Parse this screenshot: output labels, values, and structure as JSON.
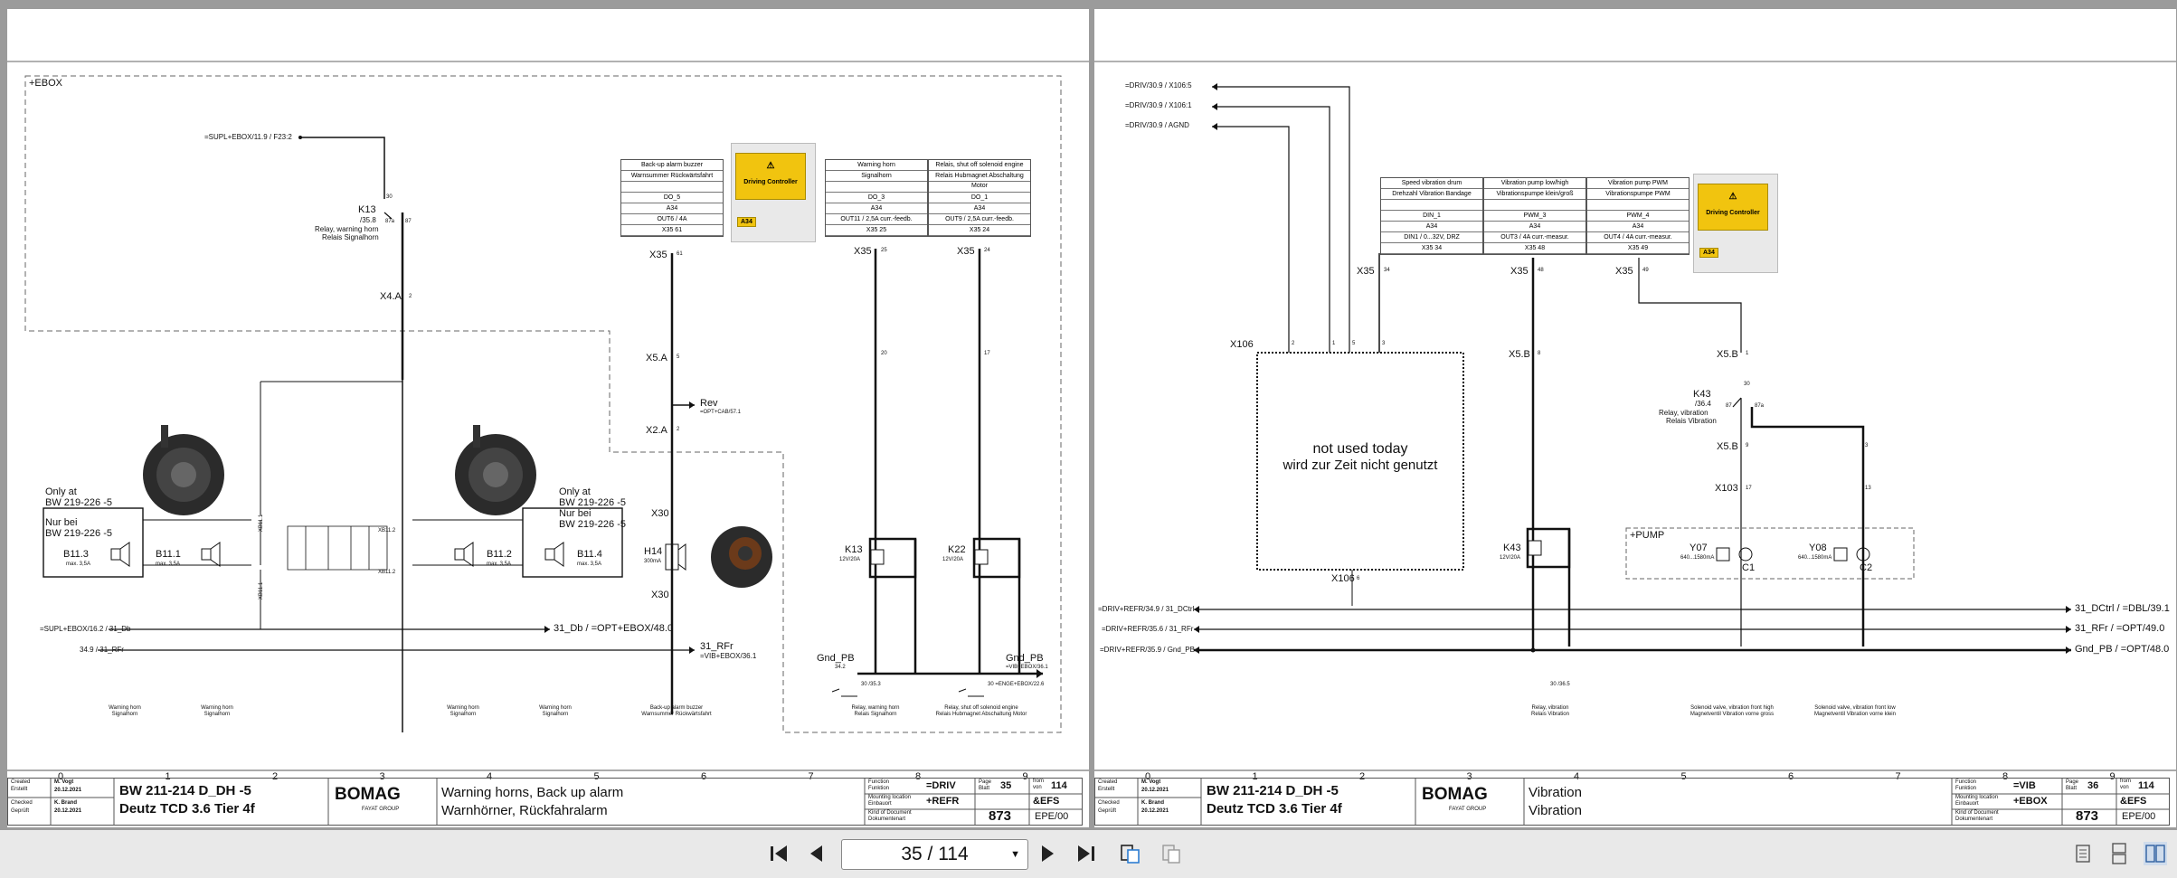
{
  "left_page": {
    "frame_label": "+EBOX",
    "labels": {
      "f23_ref": "=SUPL+EBOX/11.9 / F23:2",
      "k13": "K13",
      "k13_ref": "/35.8",
      "k13_desc1": "Relay, warning horn",
      "k13_desc2": "Relais Signalhorn",
      "pin_30": "30",
      "pin_87a": "87a",
      "pin_87": "87",
      "x4a": "X4.A",
      "x4a_pin": "2",
      "only_at_l1": "Only at",
      "only_at_l2": "BW 219-226 -5",
      "only_at_l3": "Nur bei",
      "only_at_l4": "BW 219-226 -5",
      "only_at_r1": "Only at",
      "only_at_r2": "BW 219-226 -5",
      "only_at_r3": "Nur bei",
      "only_at_r4": "BW 219-226 -5",
      "b113": "B11.3",
      "b113_max": "max. 3,5A",
      "b111": "B11.1",
      "b111_max": "max. 3,5A",
      "b112": "B11.2",
      "b112_max": "max. 3,5A",
      "b114": "B11.4",
      "b114_max": "max. 3,5A",
      "xb111_top": "XB11.1",
      "xb111_bot": "XB11.1",
      "xb112_top": "XB11.2",
      "xb112_bot": "XB11.2",
      "db_left": "=SUPL+EBOX/16.2 / 31_Db",
      "db_right": "31_Db / =OPT+EBOX/48.0",
      "rfr_left": "34.9 / 31_RFr",
      "rfr_right": "31_RFr",
      "rfr_right_ref": "=VIB+EBOX/36.1",
      "x35_a": "X35",
      "x35_a_pin": "61",
      "x5a": "X5.A",
      "x5a_pin": "5",
      "rev": "Rev",
      "rev_ref": "=OPT+CAB/57.1",
      "x2a": "X2.A",
      "x2a_pin": "2",
      "x30_top": "X30",
      "x30_bot": "X30",
      "h14": "H14",
      "h14_val": "300mA",
      "x35_b": "X35",
      "x35_b_pin": "25",
      "x35_c": "X35",
      "x35_c_pin": "24",
      "pin_20": "20",
      "pin_17": "17",
      "k13b": "K13",
      "k13b_val": "12V/20A",
      "k22": "K22",
      "k22_val": "12V/20A",
      "gndpb_left": "Gnd_PB",
      "gndpb_left_ref": "34.2",
      "gndpb_right": "Gnd_PB",
      "gndpb_right_ref": "=VIB+EBOX/36.1",
      "k13_contacts": "30 /35.3",
      "k22_contacts": "30 =ENGE+EBOX/22.6"
    },
    "boxes": {
      "backup": [
        "Back-up alarm buzzer",
        "Warnsummer Rückwärtsfahrt",
        "",
        "DO_5",
        "A34",
        "OUT6 / 4A",
        "X35  61"
      ],
      "warnhorn": [
        "Warning horn",
        "Signalhorn",
        "",
        "DO_3",
        "A34",
        "OUT11 / 2,5A curr.-feedb.",
        "X35  25"
      ],
      "relay_shut": [
        "Relais, shut off solenoid engine",
        "Relais Hubmagnet Abschaltung Motor",
        "",
        "DO_1",
        "A34",
        "OUT9 / 2,5A curr.-feedb.",
        "X35  24"
      ]
    },
    "controller": {
      "title": "Driving Controller",
      "tag": "A34"
    },
    "captions": [
      {
        "l1": "Warning horn",
        "l2": "Signalhorn"
      },
      {
        "l1": "Warning horn",
        "l2": "Signalhorn"
      },
      {
        "l1": "Warning horn",
        "l2": "Signalhorn"
      },
      {
        "l1": "Warning horn",
        "l2": "Signalhorn"
      },
      {
        "l1": "Back-up alarm buzzer",
        "l2": "Warnsummer Rückwärtsfahrt"
      },
      {
        "l1": "Relay, warning horn",
        "l2": "Relais Signalhorn"
      },
      {
        "l1": "Relay, shut off solenoid engine",
        "l2": "Relais Hubmagnet Abschaltung Motor"
      }
    ],
    "column_numbers": [
      "0",
      "1",
      "2",
      "3",
      "4",
      "5",
      "6",
      "7",
      "8",
      "9"
    ],
    "title_block": {
      "created_label": "Created",
      "created_label_de": "Erstellt",
      "created_by": "M. Vogt",
      "created_date": "20.12.2021",
      "checked_label": "Checked",
      "checked_label_de": "Geprüft",
      "checked_by": "K. Brand",
      "checked_date": "20.12.2021",
      "model": "BW 211-214 D_DH -5",
      "engine": "Deutz TCD 3.6 Tier 4f",
      "brand": "BOMAG",
      "brand_sub": "FAYAT GROUP",
      "title_en": "Warning horns, Back up alarm",
      "title_de": "Warnhörner, Rückfahralarm",
      "function_label": "Function",
      "function_label_de": "Funktion",
      "function": "=DRIV",
      "mounting_label": "Mounting location",
      "mounting_label_de": "Einbauort",
      "mounting": "+REFR",
      "doc_kind_label": "Kind of Document",
      "doc_kind_label_de": "Dokumentenart",
      "doc_kind": "&EFS",
      "page_label": "Page",
      "page_label_de": "Blatt",
      "page": "35",
      "from_label": "from",
      "from_label_de": "von",
      "total": "114",
      "number": "873",
      "code": "EPE/00"
    }
  },
  "right_page": {
    "labels": {
      "x106_5": "=DRIV/30.9 / X106:5",
      "x106_1": "=DRIV/30.9 / X106:1",
      "agnd": "=DRIV/30.9 / AGND",
      "x106": "X106",
      "x106_pin2": "2",
      "x106_pin1": "1",
      "x106_pin5": "5",
      "x106_pin3": "3",
      "not_used_en": "not used today",
      "not_used_de": "wird zur Zeit nicht genutzt",
      "x106_bot": "X106",
      "x106_bot_pin": "6",
      "x35_a": "X35",
      "x35_a_pin": "34",
      "x35_b": "X35",
      "x35_b_pin": "48",
      "x35_c": "X35",
      "x35_c_pin": "49",
      "x5b_l": "X5.B",
      "x5b_l_pin": "8",
      "x5b_r": "X5.B",
      "x5b_r_pin": "1",
      "k43": "K43",
      "k43_ref": "/36.4",
      "k43_desc1": "Relay, vibration",
      "k43_desc2": "Relais Vibration",
      "pin_30": "30",
      "pin_87": "87",
      "pin_87a": "87a",
      "x5b_mid": "X5.B",
      "x5b_mid_pin": "9",
      "pin_3": "3",
      "x103": "X103",
      "x103_pin": "17",
      "pin_13": "13",
      "pump": "+PUMP",
      "y07": "Y07",
      "y07_val": "640...1580mA",
      "c1": "C1",
      "y08": "Y08",
      "y08_val": "640...1580mA",
      "c2": "C2",
      "k43b": "K43",
      "k43b_val": "12V/20A",
      "dctrl_left": "=DRIV+REFR/34.9 / 31_DCtrl",
      "dctrl_right": "31_DCtrl / =DBL/39.1",
      "rfr_left": "=DRIV+REFR/35.6 / 31_RFr",
      "rfr_right": "31_RFr / =OPT/49.0",
      "gnd_left": "=DRIV+REFR/35.9 / Gnd_PB",
      "gnd_right": "Gnd_PB / =OPT/48.0",
      "k43_contacts": "30 /36.5"
    },
    "boxes": {
      "speed": [
        "Speed vibration drum",
        "Drehzahl Vibration Bandage",
        "",
        "DIN_1",
        "A34",
        "DIN1 / 0...32V, DRZ",
        "X35  34"
      ],
      "pump_lowhigh": [
        "Vibration pump low/high",
        "Vibrationspumpe klein/groß",
        "",
        "PWM_3",
        "A34",
        "OUT3 / 4A curr.-measur.",
        "X35  48"
      ],
      "pump_pwm": [
        "Vibration pump PWM",
        "Vibrationspumpe PWM",
        "",
        "PWM_4",
        "A34",
        "OUT4 / 4A curr.-measur.",
        "X35  49"
      ]
    },
    "controller": {
      "title": "Driving Controller",
      "tag": "A34"
    },
    "captions": [
      {
        "l1": "Relay, vibration",
        "l2": "Relais Vibration"
      },
      {
        "l1": "Solenoid valve, vibration front high",
        "l2": "Magnetventil Vibration vorne gross"
      },
      {
        "l1": "Solenoid valve, vibration front low",
        "l2": "Magnetventil Vibration vorne klein"
      }
    ],
    "column_numbers": [
      "0",
      "1",
      "2",
      "3",
      "4",
      "5",
      "6",
      "7",
      "8",
      "9"
    ],
    "title_block": {
      "created_label": "Created",
      "created_label_de": "Erstellt",
      "created_by": "M. Vogt",
      "created_date": "20.12.2021",
      "checked_label": "Checked",
      "checked_label_de": "Geprüft",
      "checked_by": "K. Brand",
      "checked_date": "20.12.2021",
      "model": "BW 211-214 D_DH -5",
      "engine": "Deutz TCD 3.6 Tier 4f",
      "brand": "BOMAG",
      "brand_sub": "FAYAT GROUP",
      "title_en": "Vibration",
      "title_de": "Vibration",
      "function_label": "Function",
      "function_label_de": "Funktion",
      "function": "=VIB",
      "mounting_label": "Mounting location",
      "mounting_label_de": "Einbauort",
      "mounting": "+EBOX",
      "doc_kind_label": "Kind of Document",
      "doc_kind_label_de": "Dokumentenart",
      "doc_kind": "&EFS",
      "page_label": "Page",
      "page_label_de": "Blatt",
      "page": "36",
      "from_label": "from",
      "from_label_de": "von",
      "total": "114",
      "number": "873",
      "code": "EPE/00"
    }
  },
  "viewer": {
    "page_indicator": "35 / 114",
    "icons": [
      "first-page-icon",
      "prev-page-icon",
      "next-page-icon",
      "last-page-icon",
      "rotate-icon",
      "copy-icon",
      "single-page-icon",
      "continuous-icon",
      "two-page-icon"
    ]
  },
  "colors": {
    "background": "#9b9b9b",
    "controller_yellow": "#f1c40f",
    "wire": "#111111"
  }
}
